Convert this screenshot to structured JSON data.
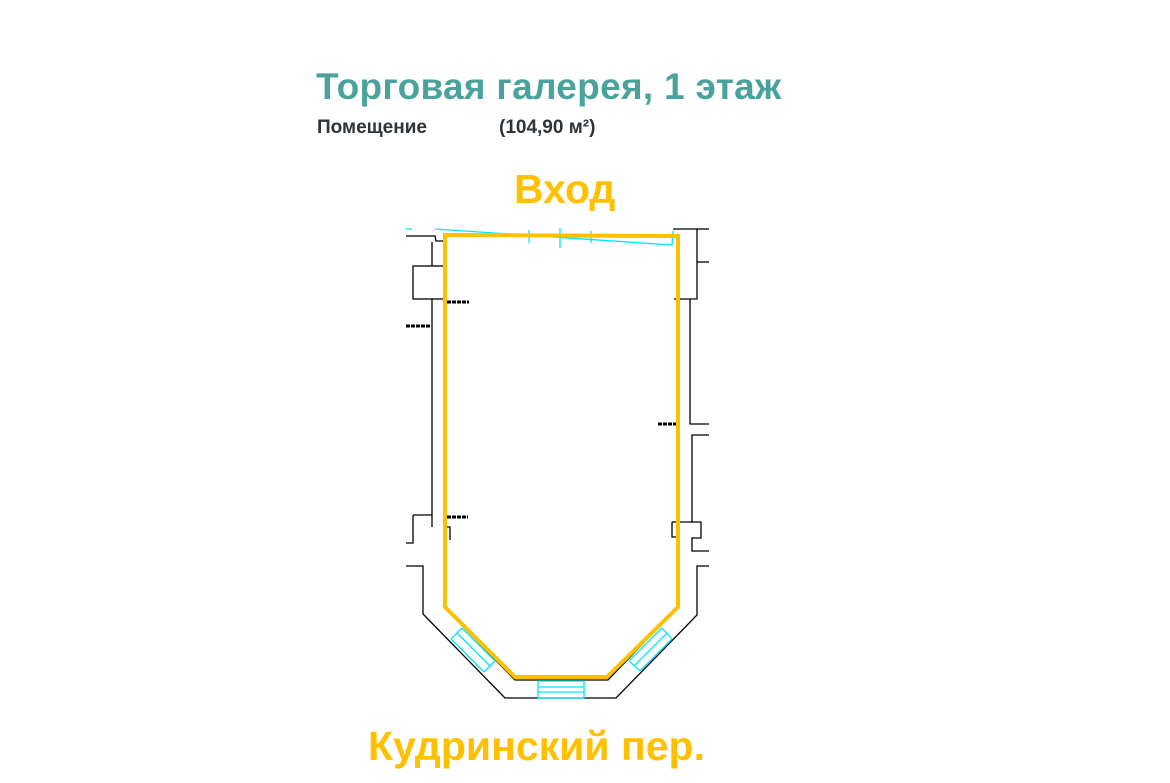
{
  "header": {
    "title": "Торговая галерея, 1 этаж",
    "room_label": "Помещение",
    "area": "(104,90 м²)"
  },
  "plan": {
    "entrance_label": "Вход",
    "street_label": "Кудринский пер.",
    "colors": {
      "highlight": "#ffc000",
      "walls": "#000000",
      "windows": "#00e5ff",
      "title": "#4aa39b"
    }
  }
}
